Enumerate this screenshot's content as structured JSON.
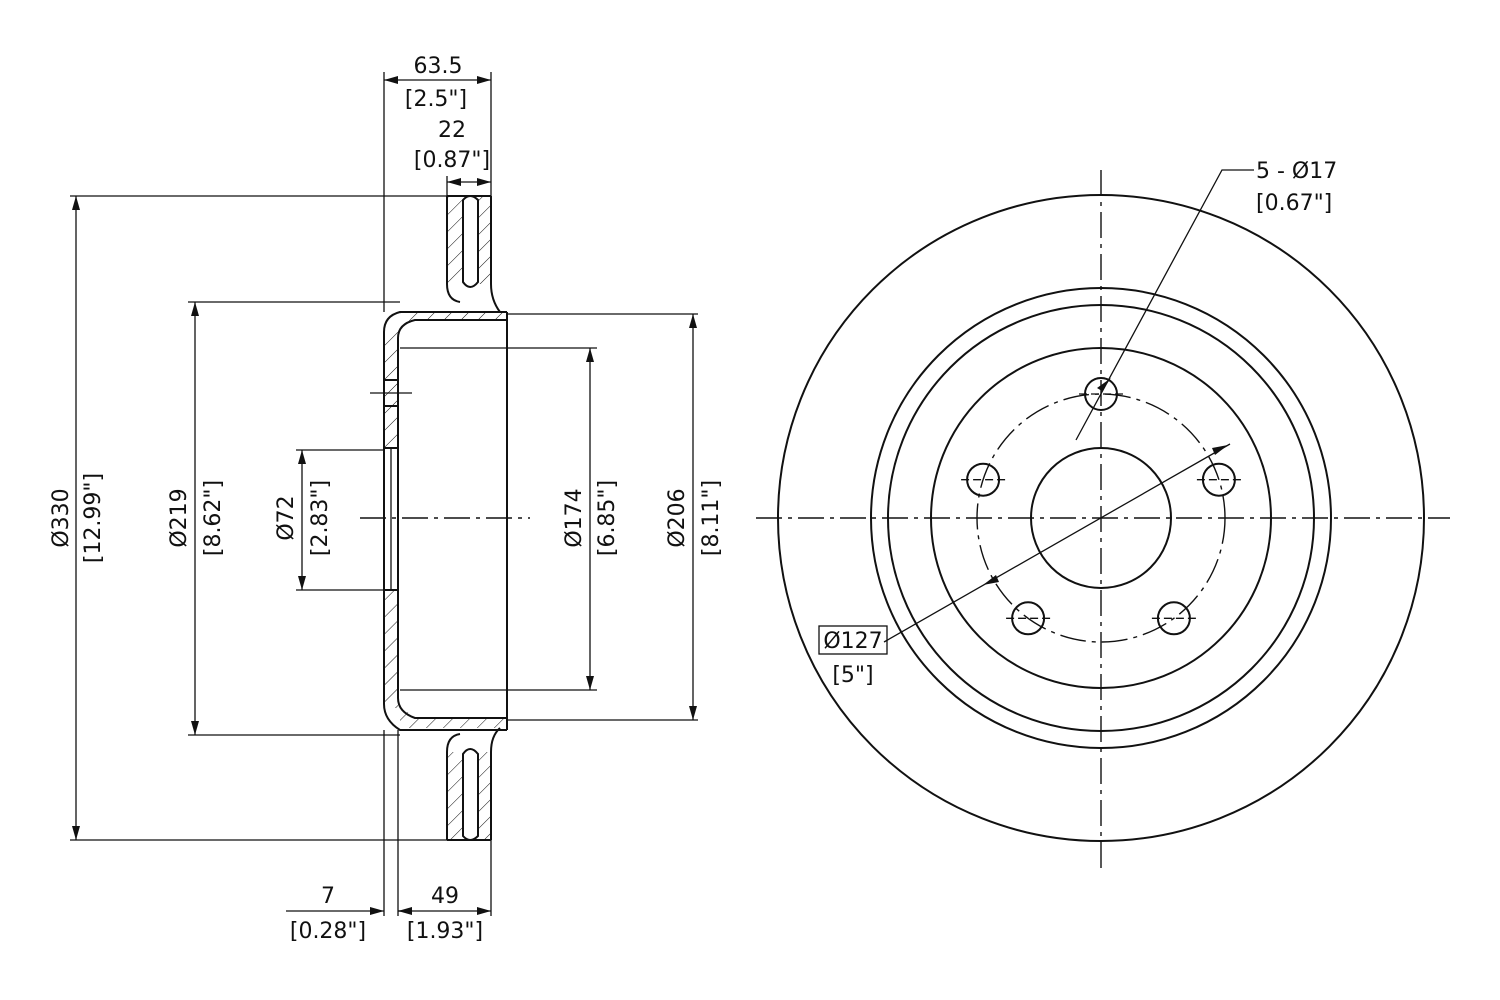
{
  "dimensions": {
    "hub_height": {
      "mm": "63.5",
      "inch": "[2.5\"]"
    },
    "rotor_thickness": {
      "mm": "22",
      "inch": "[0.87\"]"
    },
    "hat_offset": {
      "mm": "7",
      "inch": "[0.28\"]"
    },
    "hat_depth": {
      "mm": "49",
      "inch": "[1.93\"]"
    },
    "outer_diameter": {
      "mm": "Ø330",
      "inch": "[12.99\"]"
    },
    "hat_outer_diameter": {
      "mm": "Ø219",
      "inch": "[8.62\"]"
    },
    "center_bore": {
      "mm": "Ø72",
      "inch": "[2.83\"]"
    },
    "hat_inner_diameter": {
      "mm": "Ø174",
      "inch": "[6.85\"]"
    },
    "inner_friction_diameter": {
      "mm": "Ø206",
      "inch": "[8.11\"]"
    },
    "bolt_holes": {
      "mm": "5 - Ø17",
      "inch": "[0.67\"]"
    },
    "bolt_circle": {
      "mm": "Ø127",
      "inch": "[5\"]"
    }
  },
  "bolt_hole_count": 5
}
